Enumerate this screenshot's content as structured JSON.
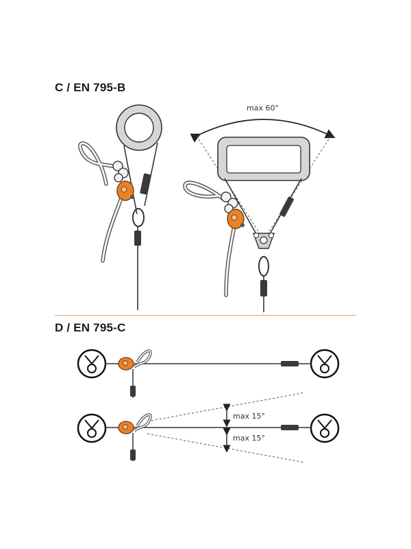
{
  "sections": {
    "c": {
      "title": "C / EN 795-B",
      "angle_label": "max 60°"
    },
    "d": {
      "title": "D / EN 795-C",
      "angle_label_upper": "max 15°",
      "angle_label_lower": "max 15°"
    }
  },
  "colors": {
    "accent": "#e8832a",
    "divider": "#e8a35a",
    "line": "#222222",
    "rope": "#d9d9d9",
    "device": "#555555"
  }
}
